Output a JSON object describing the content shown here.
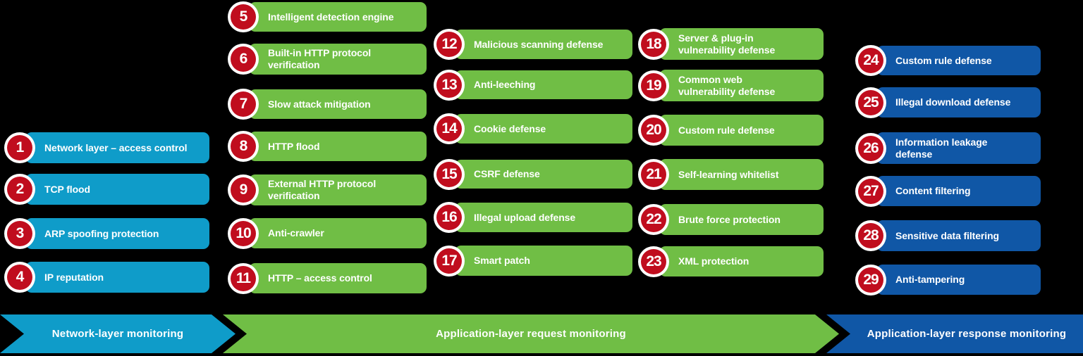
{
  "colors": {
    "cyan": "#0F9CC9",
    "green": "#70BE45",
    "dark_blue": "#1057A6",
    "badge_red": "#C00D1E",
    "badge_ring": "#FFFFFF",
    "text": "#FFFFFF",
    "background": "#000000"
  },
  "stages": [
    {
      "label": "Network-layer monitoring",
      "color": "#0F9CC9",
      "items": [
        {
          "num": "1",
          "label": "Network layer – access control"
        },
        {
          "num": "2",
          "label": "TCP flood"
        },
        {
          "num": "3",
          "label": "ARP spoofing protection"
        },
        {
          "num": "4",
          "label": "IP reputation"
        }
      ]
    },
    {
      "label": "Application-layer request monitoring",
      "color": "#70BE45",
      "items": [
        {
          "num": "5",
          "label": "Intelligent detection engine"
        },
        {
          "num": "6",
          "label": "Built-in HTTP protocol\nverification"
        },
        {
          "num": "7",
          "label": "Slow attack mitigation"
        },
        {
          "num": "8",
          "label": "HTTP flood"
        },
        {
          "num": "9",
          "label": "External HTTP protocol\nverification"
        },
        {
          "num": "10",
          "label": "Anti-crawler"
        },
        {
          "num": "11",
          "label": "HTTP – access control"
        },
        {
          "num": "12",
          "label": "Malicious scanning defense"
        },
        {
          "num": "13",
          "label": "Anti-leeching"
        },
        {
          "num": "14",
          "label": "Cookie defense"
        },
        {
          "num": "15",
          "label": "CSRF defense"
        },
        {
          "num": "16",
          "label": "Illegal upload defense"
        },
        {
          "num": "17",
          "label": "Smart patch"
        },
        {
          "num": "18",
          "label": "Server & plug-in\nvulnerability defense"
        },
        {
          "num": "19",
          "label": "Common web\nvulnerability defense"
        },
        {
          "num": "20",
          "label": "Custom rule defense"
        },
        {
          "num": "21",
          "label": "Self-learning whitelist"
        },
        {
          "num": "22",
          "label": "Brute force protection"
        },
        {
          "num": "23",
          "label": "XML protection"
        }
      ]
    },
    {
      "label": "Application-layer response monitoring",
      "color": "#1057A6",
      "items": [
        {
          "num": "24",
          "label": "Custom rule defense"
        },
        {
          "num": "25",
          "label": "Illegal download defense"
        },
        {
          "num": "26",
          "label": "Information leakage\ndefense"
        },
        {
          "num": "27",
          "label": "Content filtering"
        },
        {
          "num": "28",
          "label": "Sensitive data filtering"
        },
        {
          "num": "29",
          "label": "Anti-tampering"
        }
      ]
    }
  ]
}
